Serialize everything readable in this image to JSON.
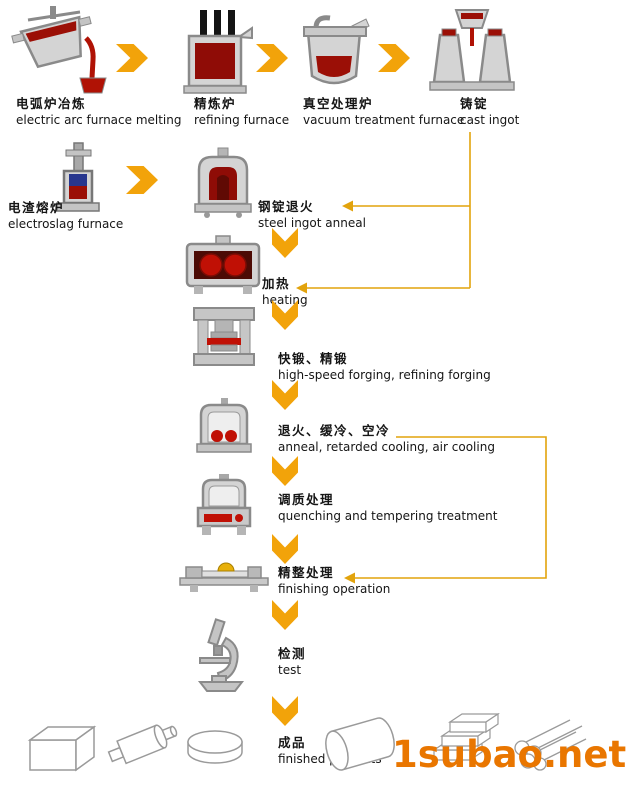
{
  "watermark": {
    "text": "1subao.net",
    "color": "#e97600"
  },
  "colors": {
    "arrow_orange": "#f2a30a",
    "connector_orange": "#e2a30c",
    "molten_red": "#9b0f06",
    "hot_piece_red": "#c01005",
    "slag_blue": "#27368e",
    "machine_gray": "#d4d4d4",
    "outline_gray": "#8a8a8a",
    "text_black": "#151515"
  },
  "stages": {
    "arc": {
      "zh": "电弧炉冶炼",
      "en": "electric arc furnace melting"
    },
    "refining": {
      "zh": "精炼炉",
      "en": "refining furnace"
    },
    "vacuum": {
      "zh": "真空处理炉",
      "en": "vacuum treatment furnace"
    },
    "ingot": {
      "zh": "铸锭",
      "en": "cast ingot"
    },
    "electroslag": {
      "zh": "电渣熔炉",
      "en": "electroslag furnace"
    },
    "anneal_ingot": {
      "zh": "钢锭退火",
      "en": "steel ingot anneal"
    },
    "heating": {
      "zh": "加热",
      "en": "heating"
    },
    "forging": {
      "zh": "快锻、精锻",
      "en": "high-speed forging, refining forging"
    },
    "anneal_cool": {
      "zh": "退火、缓冷、空冷",
      "en": "anneal, retarded cooling, air cooling"
    },
    "quench": {
      "zh": "调质处理",
      "en": "quenching and tempering treatment"
    },
    "finishing": {
      "zh": "精整处理",
      "en": "finishing operation"
    },
    "test": {
      "zh": "检测",
      "en": "test"
    },
    "finished": {
      "zh": "成品",
      "en": "finished products"
    }
  },
  "icons": [
    "electric-arc-furnace-icon",
    "refining-furnace-icon",
    "vacuum-furnace-icon",
    "cast-ingot-icon",
    "electroslag-furnace-icon",
    "ingot-anneal-furnace-icon",
    "heating-furnace-icon",
    "forging-press-icon",
    "cooling-furnace-icon",
    "quenching-furnace-icon",
    "finishing-machine-icon",
    "microscope-icon",
    "product-box-icon",
    "product-shaft-icon",
    "product-disc-icon",
    "product-cylinder-icon",
    "product-bars-icon",
    "product-tubes-icon",
    "flow-arrow-right-icon",
    "flow-arrow-down-icon"
  ]
}
